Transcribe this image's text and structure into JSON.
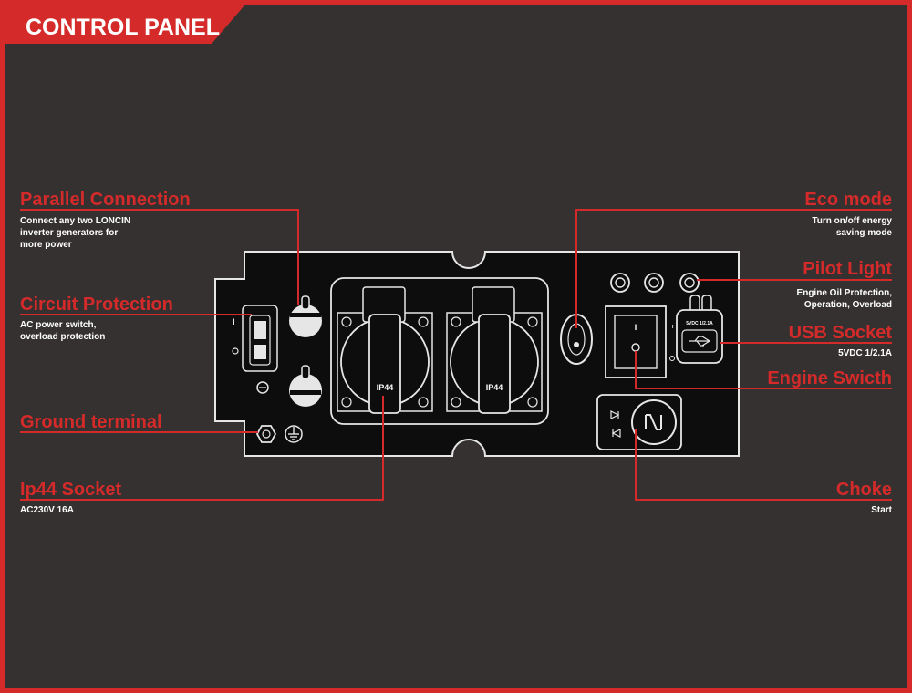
{
  "header": {
    "title": "CONTROL PANEL"
  },
  "labels": {
    "parallel": {
      "title": "Parallel Connection",
      "desc": [
        "Connect any two LONCIN",
        "inverter generators for",
        "more power"
      ]
    },
    "circuit": {
      "title": "Circuit Protection",
      "desc": [
        "AC power switch,",
        "overload protection"
      ]
    },
    "ground": {
      "title": "Ground terminal"
    },
    "ip44": {
      "title": "Ip44 Socket",
      "desc": [
        "AC230V 16A"
      ]
    },
    "eco": {
      "title": "Eco mode",
      "desc": [
        "Turn on/off energy",
        "saving mode"
      ]
    },
    "pilot": {
      "title": "Pilot Light",
      "desc": [
        "Engine Oil Protection,",
        "Operation, Overload"
      ]
    },
    "usb": {
      "title": "USB Socket",
      "desc": [
        "5VDC 1/2.1A"
      ]
    },
    "engine": {
      "title": "Engine Swicth"
    },
    "choke": {
      "title": "Choke",
      "desc": [
        "Start"
      ]
    }
  },
  "panel": {
    "socket_label": "IP44",
    "usb_label": "5VDC 1/2.1A",
    "switch_on": "I",
    "switch_off": "O"
  },
  "colors": {
    "accent": "#d42a2a",
    "background": "#353131",
    "panel": "#0d0d0d",
    "stroke": "#e6e6e6"
  }
}
